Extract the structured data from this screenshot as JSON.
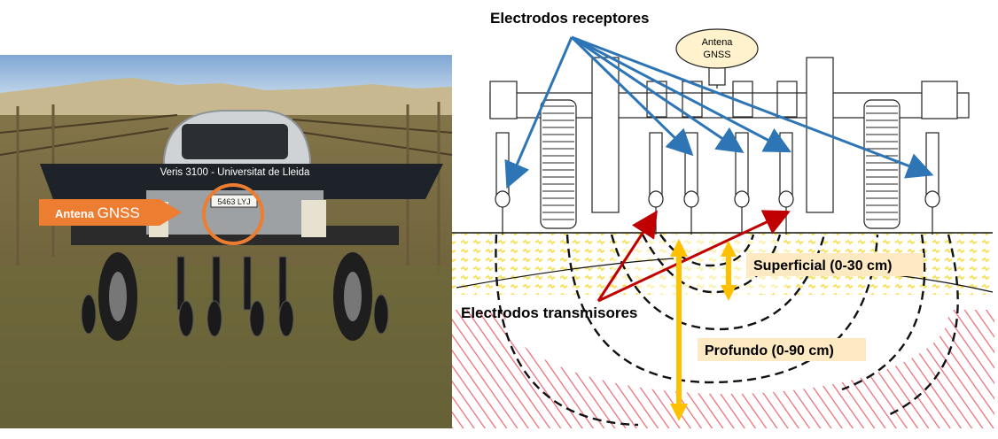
{
  "photo": {
    "banner_text": "Veris 3100 - Universitat de Lleida",
    "plate_text": "5463 LYJ",
    "gnss_callout": {
      "prefix": "Antena ",
      "suffix": "GNSS"
    }
  },
  "diagram": {
    "antenna_line1": "Antena",
    "antenna_line2": "GNSS",
    "receptores_label": "Electrodos receptores",
    "transmisores_label": "Electrodos transmisores",
    "superficial_label": "Superficial (0-30 cm)",
    "profundo_label": "Profundo (0-90 cm)"
  },
  "colors": {
    "callout_orange": "#ED7D31",
    "blue_arrow": "#2E75B6",
    "red_arrow": "#C00000",
    "depth_arrow": "#FFC000",
    "depth_label_bg": "#FDE9C2",
    "soil_yellow": "#FFF2A0",
    "soil_red": "#E8606A"
  }
}
